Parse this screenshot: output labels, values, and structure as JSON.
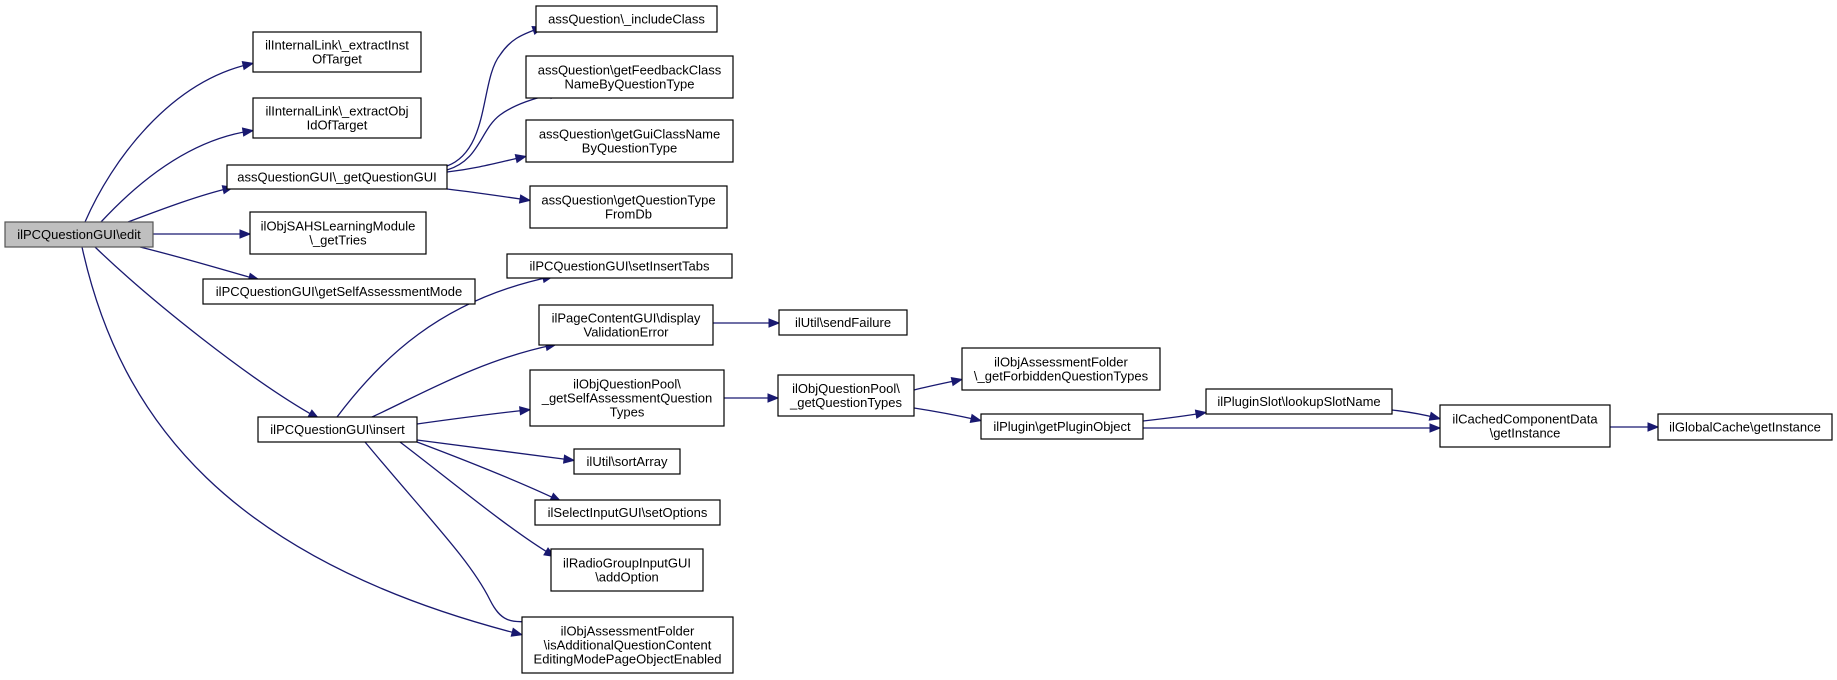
{
  "diagram": {
    "type": "call-graph",
    "colors": {
      "edge": "#191970",
      "root_fill": "#bfbfbf",
      "node_fill": "#ffffff",
      "node_border": "#000000"
    },
    "nodes": [
      {
        "id": "root",
        "lines": [
          "ilPCQuestionGUI\\edit"
        ]
      },
      {
        "id": "extractInst",
        "lines": [
          "ilInternalLink\\_extractInst",
          "OfTarget"
        ]
      },
      {
        "id": "extractObj",
        "lines": [
          "ilInternalLink\\_extractObj",
          "IdOfTarget"
        ]
      },
      {
        "id": "getQuestionGUI",
        "lines": [
          "assQuestionGUI\\_getQuestionGUI"
        ]
      },
      {
        "id": "getTries",
        "lines": [
          "ilObjSAHSLearningModule",
          "\\_getTries"
        ]
      },
      {
        "id": "getSelfAssessmentMode",
        "lines": [
          "ilPCQuestionGUI\\getSelfAssessmentMode"
        ]
      },
      {
        "id": "insert",
        "lines": [
          "ilPCQuestionGUI\\insert"
        ]
      },
      {
        "id": "includeClass",
        "lines": [
          "assQuestion\\_includeClass"
        ]
      },
      {
        "id": "getFeedbackClass",
        "lines": [
          "assQuestion\\getFeedbackClass",
          "NameByQuestionType"
        ]
      },
      {
        "id": "getGuiClass",
        "lines": [
          "assQuestion\\getGuiClassName",
          "ByQuestionType"
        ]
      },
      {
        "id": "getQuestionType",
        "lines": [
          "assQuestion\\getQuestionType",
          "FromDb"
        ]
      },
      {
        "id": "setInsertTabs",
        "lines": [
          "ilPCQuestionGUI\\setInsertTabs"
        ]
      },
      {
        "id": "displayValidationError",
        "lines": [
          "ilPageContentGUI\\display",
          "ValidationError"
        ]
      },
      {
        "id": "getSelfAssessmentQT",
        "lines": [
          "ilObjQuestionPool\\",
          "_getSelfAssessmentQuestion",
          "Types"
        ]
      },
      {
        "id": "sortArray",
        "lines": [
          "ilUtil\\sortArray"
        ]
      },
      {
        "id": "setOptions",
        "lines": [
          "ilSelectInputGUI\\setOptions"
        ]
      },
      {
        "id": "addOption",
        "lines": [
          "ilRadioGroupInputGUI",
          "\\addOption"
        ]
      },
      {
        "id": "isAdditional",
        "lines": [
          "ilObjAssessmentFolder",
          "\\isAdditionalQuestionContent",
          "EditingModePageObjectEnabled"
        ]
      },
      {
        "id": "sendFailure",
        "lines": [
          "ilUtil\\sendFailure"
        ]
      },
      {
        "id": "getQuestionTypes",
        "lines": [
          "ilObjQuestionPool\\",
          "_getQuestionTypes"
        ]
      },
      {
        "id": "forbidden",
        "lines": [
          "ilObjAssessmentFolder",
          "\\_getForbiddenQuestionTypes"
        ]
      },
      {
        "id": "getPluginObject",
        "lines": [
          "ilPlugin\\getPluginObject"
        ]
      },
      {
        "id": "lookupSlotName",
        "lines": [
          "ilPluginSlot\\lookupSlotName"
        ]
      },
      {
        "id": "cachedInstance",
        "lines": [
          "ilCachedComponentData",
          "\\getInstance"
        ]
      },
      {
        "id": "globalCache",
        "lines": [
          "ilGlobalCache\\getInstance"
        ]
      }
    ],
    "edges": [
      [
        "root",
        "extractInst"
      ],
      [
        "root",
        "extractObj"
      ],
      [
        "root",
        "getQuestionGUI"
      ],
      [
        "root",
        "getTries"
      ],
      [
        "root",
        "getSelfAssessmentMode"
      ],
      [
        "root",
        "insert"
      ],
      [
        "root",
        "isAdditional"
      ],
      [
        "getQuestionGUI",
        "includeClass"
      ],
      [
        "getQuestionGUI",
        "getFeedbackClass"
      ],
      [
        "getQuestionGUI",
        "getGuiClass"
      ],
      [
        "getQuestionGUI",
        "getQuestionType"
      ],
      [
        "insert",
        "setInsertTabs"
      ],
      [
        "insert",
        "displayValidationError"
      ],
      [
        "insert",
        "getSelfAssessmentQT"
      ],
      [
        "insert",
        "sortArray"
      ],
      [
        "insert",
        "setOptions"
      ],
      [
        "insert",
        "addOption"
      ],
      [
        "insert",
        "isAdditional"
      ],
      [
        "displayValidationError",
        "sendFailure"
      ],
      [
        "getSelfAssessmentQT",
        "getQuestionTypes"
      ],
      [
        "getQuestionTypes",
        "forbidden"
      ],
      [
        "getQuestionTypes",
        "getPluginObject"
      ],
      [
        "getPluginObject",
        "lookupSlotName"
      ],
      [
        "getPluginObject",
        "cachedInstance"
      ],
      [
        "lookupSlotName",
        "cachedInstance"
      ],
      [
        "cachedInstance",
        "globalCache"
      ]
    ]
  }
}
